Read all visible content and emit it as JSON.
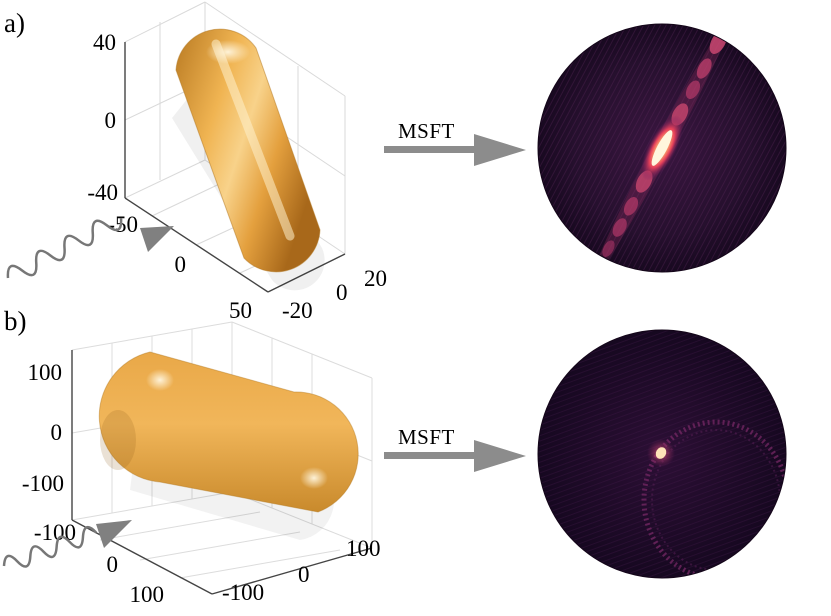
{
  "panels": [
    {
      "label": "a)",
      "vertical_ticks": [
        "40",
        "0",
        "-40"
      ],
      "depth_ticks": [
        "-50",
        "0",
        "50"
      ],
      "horizontal_ticks": [
        "-20",
        "0",
        "20"
      ],
      "arrow_label": "MSFT"
    },
    {
      "label": "b)",
      "vertical_ticks": [
        "100",
        "0",
        "-100"
      ],
      "depth_ticks": [
        "-100",
        "0",
        "100"
      ],
      "horizontal_ticks": [
        "-100",
        "0",
        "100"
      ],
      "arrow_label": "MSFT"
    }
  ],
  "colors": {
    "capsule": "#e0a040",
    "arrow": "#8c8c8c",
    "pattern_background": "#1c0a26",
    "pattern_peak": "#fff1d0",
    "grid": "#d8d8d8"
  },
  "icons": [
    "wave-icon",
    "incident-arrow-icon",
    "msft-arrow-icon"
  ]
}
